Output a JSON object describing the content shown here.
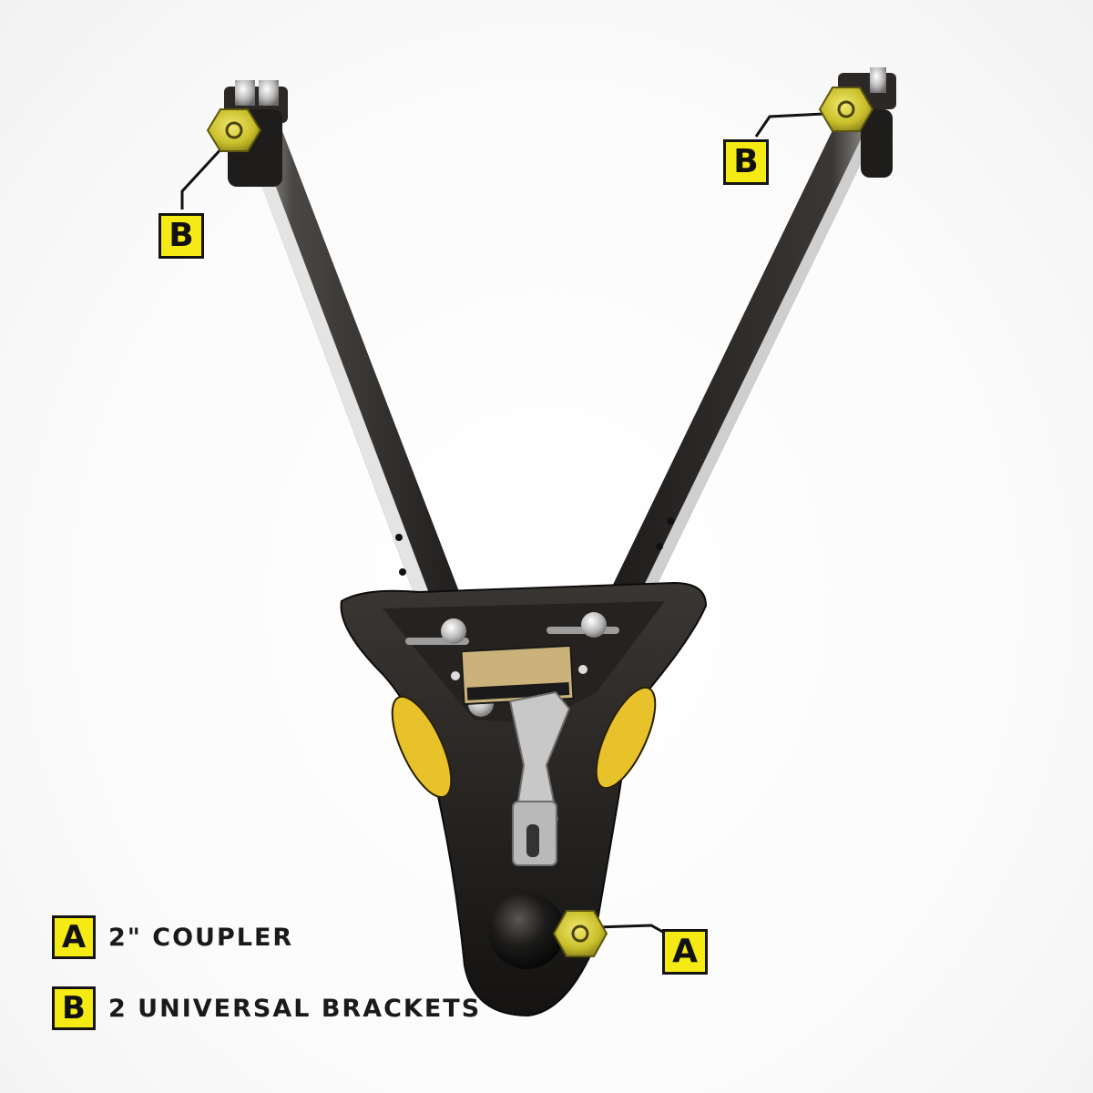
{
  "markers": {
    "coupler_letter": "A",
    "bracket_left_letter": "B",
    "bracket_right_letter": "B"
  },
  "legend": [
    {
      "letter": "A",
      "text": "2\" COUPLER"
    },
    {
      "letter": "B",
      "text": "2 UNIVERSAL BRACKETS"
    }
  ],
  "colors": {
    "badge_yellow": "#f5ea14",
    "nut_brass": "#c9bf2a",
    "steel_dark": "#2a2826",
    "outline": "#141414"
  },
  "icons": {
    "nut": "hex-nut-icon"
  }
}
